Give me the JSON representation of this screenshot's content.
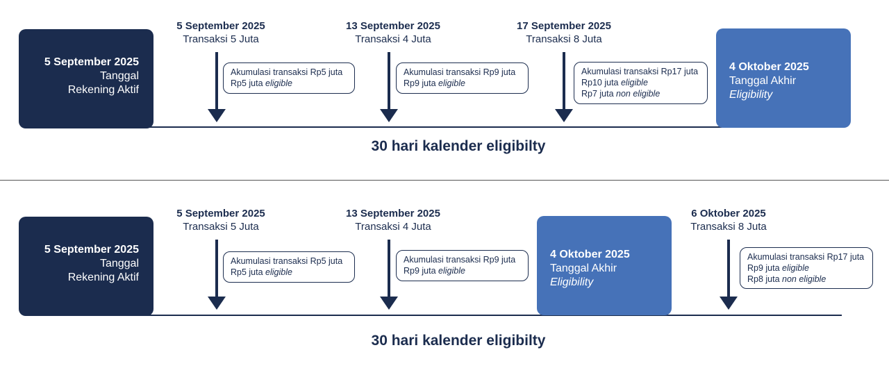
{
  "panels": [
    {
      "start": {
        "date": "5 September 2025",
        "line1": "Tanggal",
        "line2": "Rekening Aktif"
      },
      "events": [
        {
          "date": "5 September 2025",
          "tx": "Transaksi 5 Juta",
          "note": [
            "Akumulasi transaksi Rp5 juta",
            "Rp5 juta ",
            "eligible"
          ]
        },
        {
          "date": "13 September 2025",
          "tx": "Transaksi 4 Juta",
          "note": [
            "Akumulasi transaksi Rp9 juta",
            "Rp9 juta ",
            "eligible"
          ]
        },
        {
          "date": "17 September 2025",
          "tx": "Transaksi 8 Juta",
          "note": [
            "Akumulasi transaksi Rp17 juta",
            "Rp10 juta ",
            "eligible",
            "Rp7 juta ",
            "non eligible"
          ]
        }
      ],
      "end": {
        "date": "4 Oktober 2025",
        "line1": "Tanggal Akhir",
        "line2": "Eligibility"
      },
      "footer": "30 hari kalender eligibilty"
    },
    {
      "start": {
        "date": "5 September 2025",
        "line1": "Tanggal",
        "line2": "Rekening Aktif"
      },
      "events": [
        {
          "date": "5 September 2025",
          "tx": "Transaksi 5 Juta",
          "note": [
            "Akumulasi transaksi Rp5 juta",
            "Rp5 juta ",
            "eligible"
          ]
        },
        {
          "date": "13 September 2025",
          "tx": "Transaksi 4 Juta",
          "note": [
            "Akumulasi transaksi Rp9 juta",
            "Rp9 juta ",
            "eligible"
          ]
        },
        {
          "date": "6 Oktober 2025",
          "tx": "Transaksi 8 Juta",
          "note": [
            "Akumulasi transaksi Rp17 juta",
            "Rp9 juta ",
            "eligible",
            "Rp8 juta ",
            "non eligible"
          ]
        }
      ],
      "end": {
        "date": "4 Oktober 2025",
        "line1": "Tanggal Akhir",
        "line2": "Eligibility"
      },
      "footer": "30 hari kalender eligibilty"
    }
  ],
  "colors": {
    "navy": "#1b2c4e",
    "blue": "#4672b8"
  }
}
